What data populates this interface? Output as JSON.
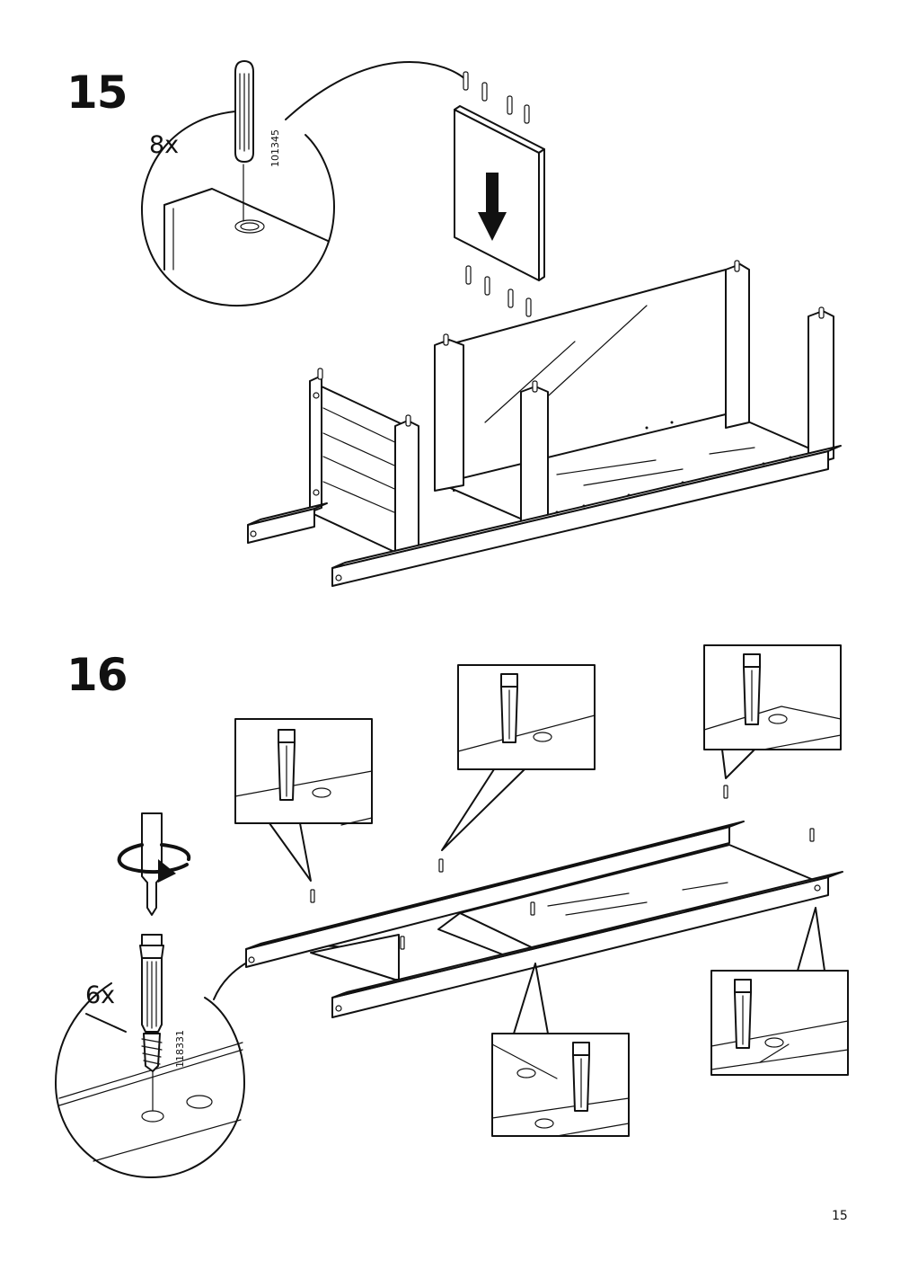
{
  "steps": [
    {
      "number": "15",
      "quantity": "8x",
      "part_number": "101345"
    },
    {
      "number": "16",
      "quantity": "6x",
      "part_number": "118331"
    }
  ],
  "page_number": "15"
}
